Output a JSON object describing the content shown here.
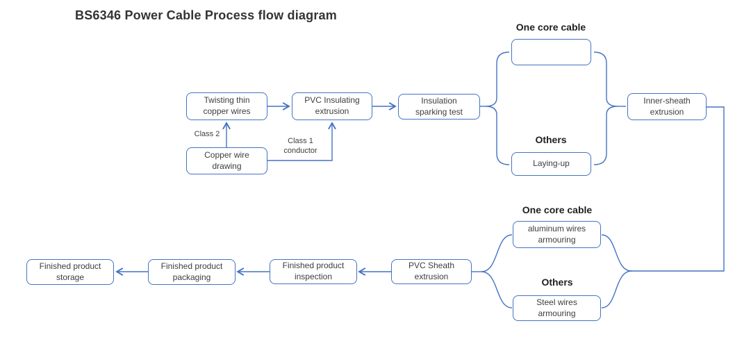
{
  "title": "BS6346 Power Cable Process flow diagram",
  "nodes": {
    "twisting": "Twisting thin\ncopper wires",
    "pvc_insulating": "PVC Insulating\nextrusion",
    "insulation_test": "Insulation\nsparking test",
    "copper_drawing": "Copper wire\ndrawing",
    "laying_up": "Laying-up",
    "inner_sheath": "Inner-sheath\nextrusion",
    "aluminum_armouring": "aluminum wires\narmouring",
    "steel_armouring": "Steel wires\narmouring",
    "pvc_sheath": "PVC Sheath\nextrusion",
    "inspection": "Finished product\ninspection",
    "packaging": "Finished product\npackaging",
    "storage": "Finished product\nstorage"
  },
  "section_labels": {
    "one_core_top": "One core cable",
    "others_top": "Others",
    "one_core_bottom": "One core cable",
    "others_bottom": "Others"
  },
  "edge_labels": {
    "class2": "Class 2",
    "class1": "Class 1\nconductor"
  },
  "edges": [
    {
      "from": "copper_drawing",
      "to": "twisting",
      "label": "Class 2"
    },
    {
      "from": "copper_drawing",
      "to": "pvc_insulating",
      "label": "Class 1 conductor"
    },
    {
      "from": "twisting",
      "to": "pvc_insulating"
    },
    {
      "from": "pvc_insulating",
      "to": "insulation_test"
    },
    {
      "from": "insulation_test",
      "to": "one_core_pass_through",
      "branch": "One core cable"
    },
    {
      "from": "insulation_test",
      "to": "laying_up",
      "branch": "Others"
    },
    {
      "from": "branch_merge_top",
      "to": "inner_sheath"
    },
    {
      "from": "inner_sheath",
      "to": "aluminum_armouring",
      "branch": "One core cable"
    },
    {
      "from": "inner_sheath",
      "to": "steel_armouring",
      "branch": "Others"
    },
    {
      "from": "branch_merge_bottom",
      "to": "pvc_sheath"
    },
    {
      "from": "pvc_sheath",
      "to": "inspection"
    },
    {
      "from": "inspection",
      "to": "packaging"
    },
    {
      "from": "packaging",
      "to": "storage"
    }
  ],
  "colors": {
    "box_border": "#4472C4",
    "connector": "#4472C4",
    "arrow_fill": "#4472C4",
    "box_text": "#3d3d3d",
    "heading_text": "#1f1f1f",
    "title_text": "#333333"
  }
}
